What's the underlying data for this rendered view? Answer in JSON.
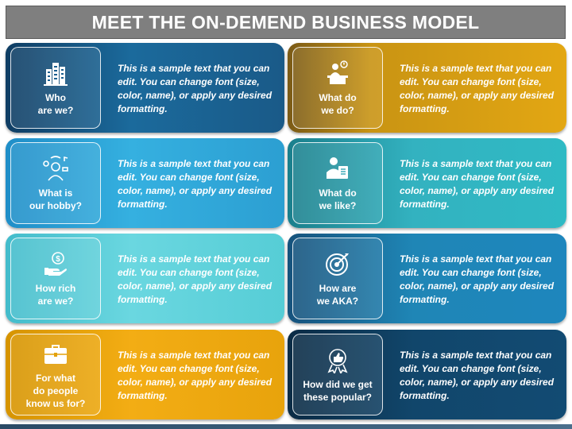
{
  "title": "MEET THE ON-DEMEND BUSINESS MODEL",
  "cards": [
    {
      "label": "Who\nare we?",
      "icon": "buildings-icon",
      "text": "This is a sample text that you can edit. You can change font (size, color, name), or apply any desired formatting."
    },
    {
      "label": "What do\nwe do?",
      "icon": "desk-worker-icon",
      "text": "This is a sample text that you can edit. You can change font (size, color, name), or apply any desired formatting."
    },
    {
      "label": "What is\nour hobby?",
      "icon": "person-hobbies-icon",
      "text": "This is a sample text that you can edit. You can change font (size, color, name), or apply any desired formatting."
    },
    {
      "label": "What do\nwe like?",
      "icon": "person-checklist-icon",
      "text": "This is a sample text that you can edit. You can change font (size, color, name), or apply any desired formatting."
    },
    {
      "label": "How rich\nare we?",
      "icon": "money-hand-icon",
      "text": "This is a sample text that you can edit. You can change font (size, color, name), or apply any desired formatting."
    },
    {
      "label": "How are\nwe AKA?",
      "icon": "target-icon",
      "text": "This is a sample text that you can edit. You can change font (size, color, name), or apply any desired formatting."
    },
    {
      "label": "For what\ndo people\nknow us for?",
      "icon": "briefcase-icon",
      "text": "This is a sample text that you can edit. You can change font (size, color, name), or apply any desired formatting."
    },
    {
      "label": "How did we get\nthese popular?",
      "icon": "thumbs-up-badge-icon",
      "text": "This is a sample text that you can edit. You can change font (size, color, name), or apply any desired formatting."
    }
  ]
}
